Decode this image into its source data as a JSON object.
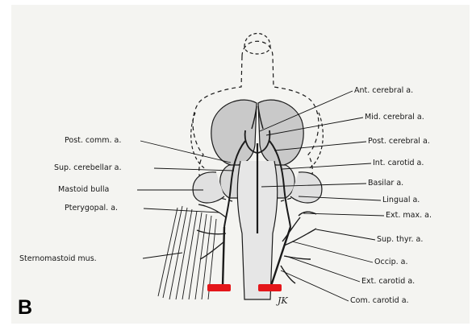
{
  "panel_letter": "B",
  "artist_initials": "JK",
  "highlight_color": "#e4161a",
  "labels_left": {
    "post_comm": "Post. comm. a.",
    "sup_cerebellar": "Sup. cerebellar a.",
    "mastoid_bulla": "Mastoid bulla",
    "pterygopal": "Pterygopal. a.",
    "sternomastoid": "Sternomastoid mus."
  },
  "labels_right": {
    "ant_cerebral": "Ant. cerebral a.",
    "mid_cerebral": "Mid. cerebral a.",
    "post_cerebral": "Post. cerebral a.",
    "int_carotid": "Int. carotid a.",
    "basilar": "Basilar a.",
    "lingual": "Lingual a.",
    "ext_max": "Ext. max. a.",
    "sup_thyr": "Sup. thyr. a.",
    "occip": "Occip. a.",
    "ext_carotid": "Ext. carotid a.",
    "com_carotid": "Com. carotid a."
  }
}
